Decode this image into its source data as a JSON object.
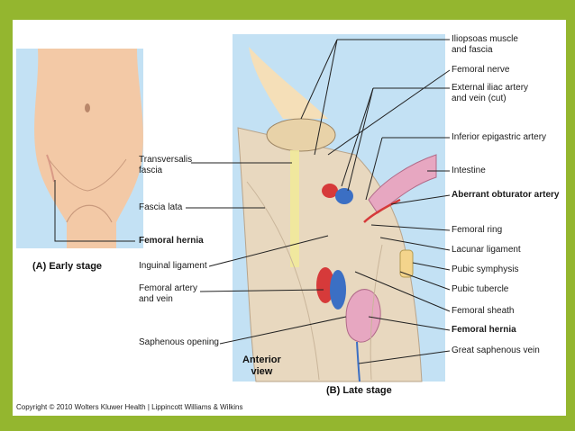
{
  "panel_a": {
    "caption": "(A) Early stage"
  },
  "panel_b": {
    "caption": "(B) Late stage",
    "view_label": "Anterior\nview"
  },
  "left_labels": [
    {
      "id": "transversalis",
      "text": "Transversalis\nfascia",
      "bold": false
    },
    {
      "id": "fascia-lata",
      "text": "Fascia lata",
      "bold": false
    },
    {
      "id": "femoral-hernia-left",
      "text": "Femoral hernia",
      "bold": true
    },
    {
      "id": "inguinal-ligament",
      "text": "Inguinal ligament",
      "bold": false
    },
    {
      "id": "femoral-artery-vein",
      "text": "Femoral artery\nand vein",
      "bold": false
    },
    {
      "id": "saphenous-opening",
      "text": "Saphenous opening",
      "bold": false
    }
  ],
  "right_labels": [
    {
      "id": "iliopsoas",
      "text": "Iliopsoas muscle\nand fascia",
      "bold": false
    },
    {
      "id": "femoral-nerve",
      "text": "Femoral nerve",
      "bold": false
    },
    {
      "id": "external-iliac",
      "text": "External iliac artery\nand vein (cut)",
      "bold": false
    },
    {
      "id": "inferior-epigastric",
      "text": "Inferior epigastric artery",
      "bold": false
    },
    {
      "id": "intestine",
      "text": "Intestine",
      "bold": false
    },
    {
      "id": "aberrant-obturator",
      "text": "Aberrant obturator artery",
      "bold": true
    },
    {
      "id": "femoral-ring",
      "text": "Femoral ring",
      "bold": false
    },
    {
      "id": "lacunar-ligament",
      "text": "Lacunar ligament",
      "bold": false
    },
    {
      "id": "pubic-symphysis",
      "text": "Pubic symphysis",
      "bold": false
    },
    {
      "id": "pubic-tubercle",
      "text": "Pubic tubercle",
      "bold": false
    },
    {
      "id": "femoral-sheath",
      "text": "Femoral sheath",
      "bold": false
    },
    {
      "id": "femoral-hernia-right",
      "text": "Femoral hernia",
      "bold": true
    },
    {
      "id": "great-saphenous",
      "text": "Great saphenous vein",
      "bold": false
    }
  ],
  "copyright": "Copyright © 2010 Wolters Kluwer Health | Lippincott Williams & Wilkins",
  "colors": {
    "frame": "#94b62f",
    "background": "#c3e1f4",
    "skin": "#f3c9a6",
    "muscle": "#e8d8bf",
    "artery": "#d63a3a",
    "vein": "#3b6fc4",
    "hernia": "#e7a7c1"
  }
}
